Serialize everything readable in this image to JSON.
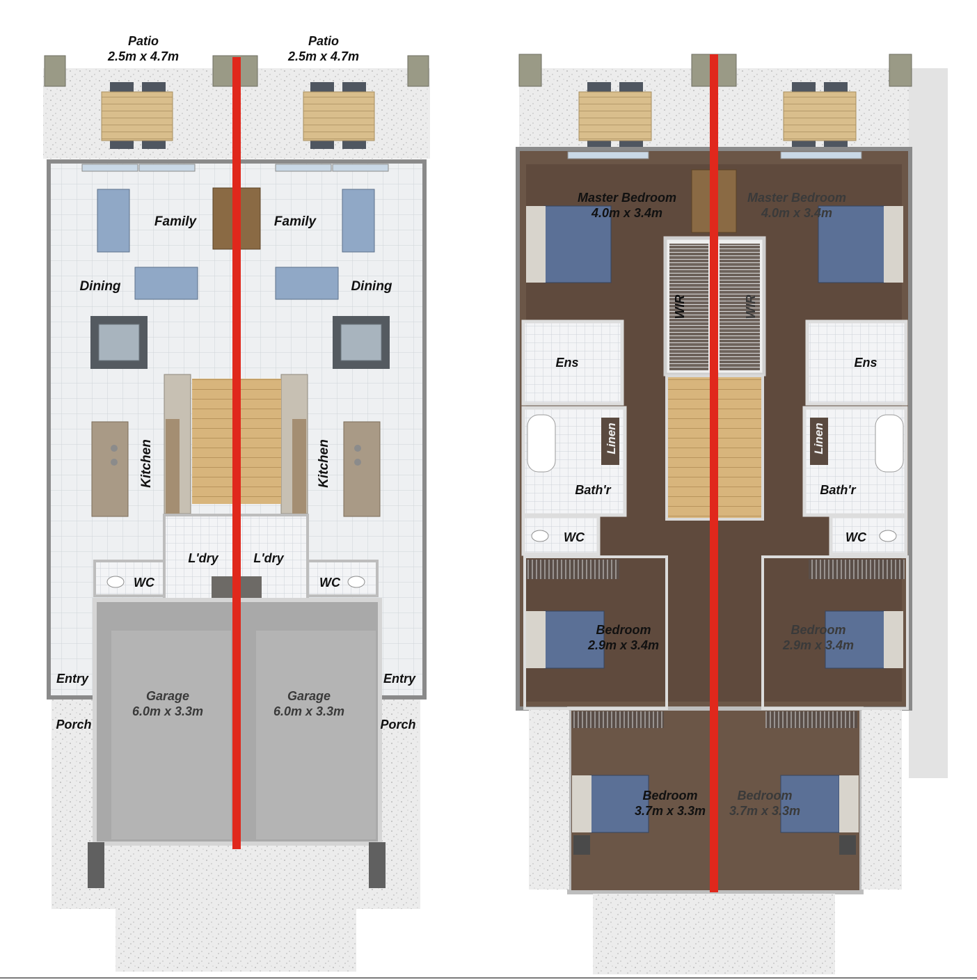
{
  "ground_floor": {
    "left": {
      "patio": {
        "name": "Patio",
        "dims": "2.5m x 4.7m"
      },
      "family": "Family",
      "dining": "Dining",
      "kitchen": "Kitchen",
      "laundry": "L'dry",
      "wc": "WC",
      "entry": "Entry",
      "porch": "Porch",
      "garage": {
        "name": "Garage",
        "dims": "6.0m x 3.3m"
      }
    },
    "right": {
      "patio": {
        "name": "Patio",
        "dims": "2.5m x 4.7m"
      },
      "family": "Family",
      "dining": "Dining",
      "kitchen": "Kitchen",
      "laundry": "L'dry",
      "wc": "WC",
      "entry": "Entry",
      "porch": "Porch",
      "garage": {
        "name": "Garage",
        "dims": "6.0m x 3.3m"
      }
    }
  },
  "upper_floor": {
    "left": {
      "master": {
        "name": "Master Bedroom",
        "dims": "4.0m x 3.4m"
      },
      "wir": "WIR",
      "ensuite": "Ens",
      "linen": "Linen",
      "bathroom": "Bath'r",
      "wc": "WC",
      "bedroom2": {
        "name": "Bedroom",
        "dims": "2.9m x 3.4m"
      },
      "bedroom3": {
        "name": "Bedroom",
        "dims": "3.7m x 3.3m"
      }
    },
    "right": {
      "master": {
        "name": "Master Bedroom",
        "dims": "4.0m x 3.4m"
      },
      "wir": "WIR",
      "ensuite": "Ens",
      "linen": "Linen",
      "bathroom": "Bath'r",
      "wc": "WC",
      "bedroom2": {
        "name": "Bedroom",
        "dims": "2.9m x 3.4m"
      },
      "bedroom3": {
        "name": "Bedroom",
        "dims": "3.7m x 3.3m"
      }
    }
  },
  "colors": {
    "party_wall": "#e0281c",
    "tile": "#eef0f2",
    "garage_floor": "#a9a9a9",
    "upper_floor": "#6b5647",
    "bed": "#5b7096",
    "sofa": "#90a8c6",
    "table": "#d7bf8e",
    "stairs": "#d8b57c"
  }
}
